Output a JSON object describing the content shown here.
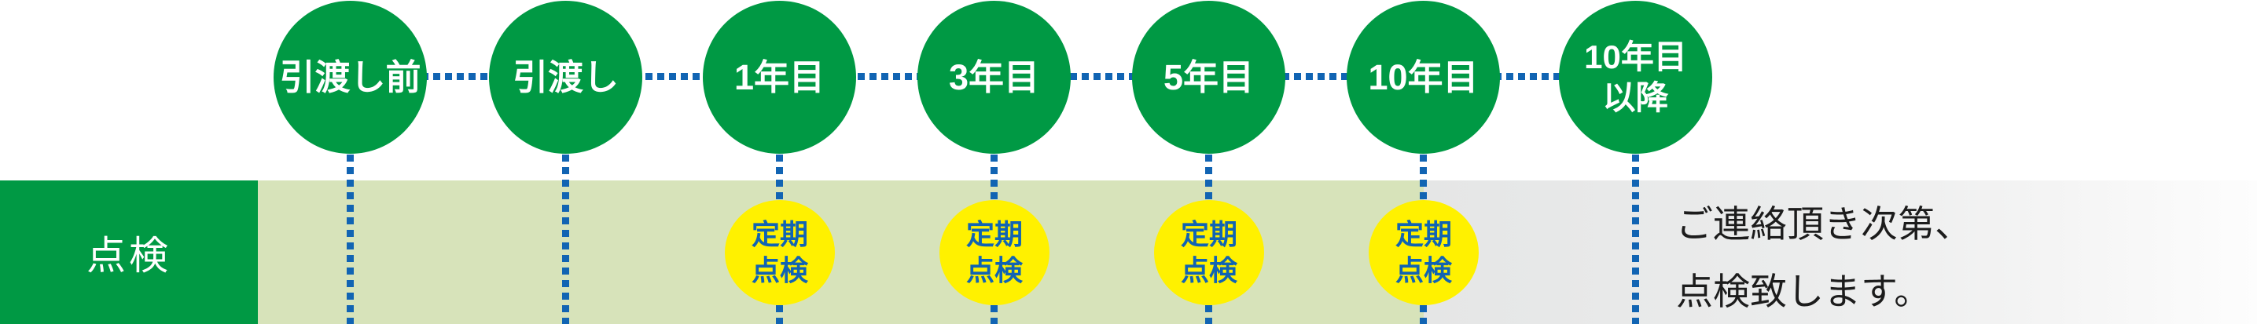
{
  "colors": {
    "brand_green": "#009944",
    "band_light_green": "#d7e3ba",
    "badge_yellow": "#fff100",
    "dot_blue": "#1164b3",
    "gray_band_start": "#e5e6e6",
    "note_text": "#1c1c1c"
  },
  "row": {
    "header": "点検"
  },
  "timeline": {
    "milestones": [
      {
        "label": "引渡し前"
      },
      {
        "label": "引渡し"
      },
      {
        "label": "1年目"
      },
      {
        "label": "3年目"
      },
      {
        "label": "5年目"
      },
      {
        "label": "10年目"
      },
      {
        "label_line1": "10年目",
        "label_line2": "以降"
      }
    ]
  },
  "periodic_inspection": {
    "line1": "定期",
    "line2": "点検"
  },
  "note": {
    "line1": "ご連絡頂き次第、",
    "line2": "点検致します。"
  }
}
